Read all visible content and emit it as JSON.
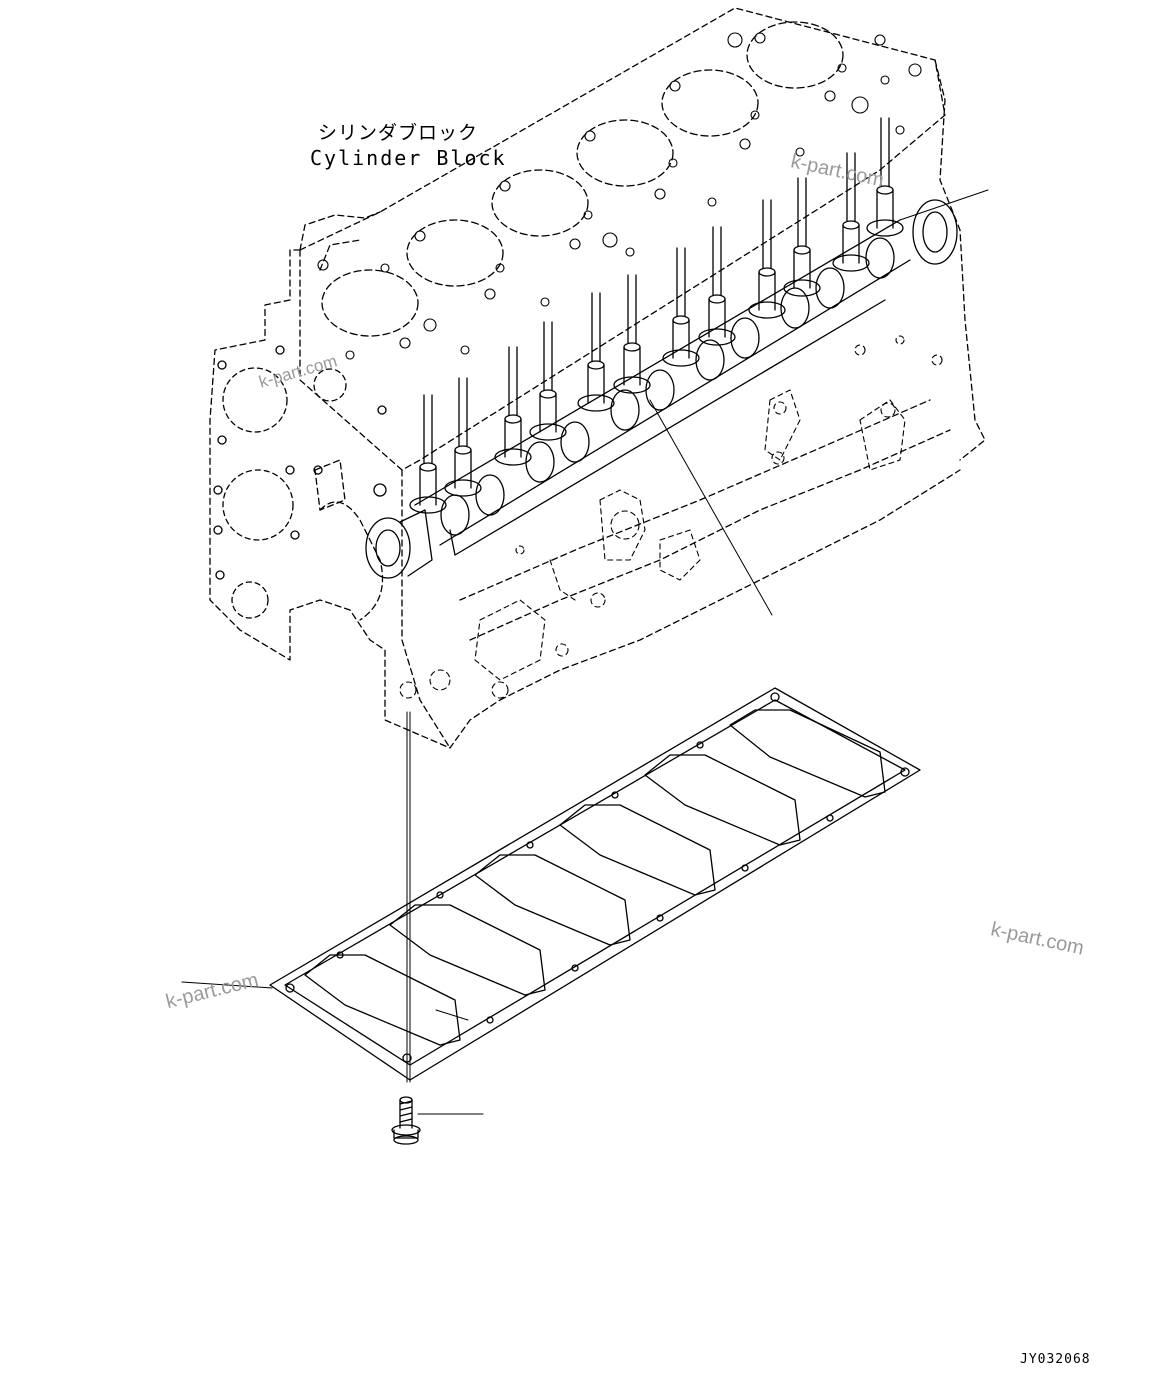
{
  "labels": {
    "part_name_jp": "シリンダブロック",
    "part_name_en": "Cylinder Block",
    "drawing_code": "JY032068"
  },
  "watermarks": [
    "k-part.com",
    "k-part.com",
    "k-part.com",
    "k-part.com"
  ],
  "colors": {
    "line": "#000000",
    "watermark": "#9a9a9a",
    "background": "#ffffff"
  }
}
